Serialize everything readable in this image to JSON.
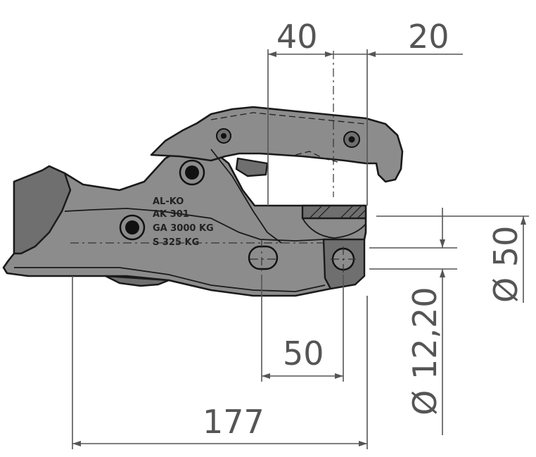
{
  "dimensions": {
    "top_left": "40",
    "top_right": "20",
    "ball_diameter": "Ø 50",
    "hole_diameter": "Ø 12,20",
    "hole_spacing": "50",
    "overall_length": "177"
  },
  "marking": {
    "line1": "AL-KO",
    "line2": "AK 301",
    "line3": "GA 3000 KG",
    "line4": "S 325 KG"
  },
  "colors": {
    "body": "#8c8c8c",
    "outline": "#1a1a1a",
    "dimension": "#555555"
  }
}
